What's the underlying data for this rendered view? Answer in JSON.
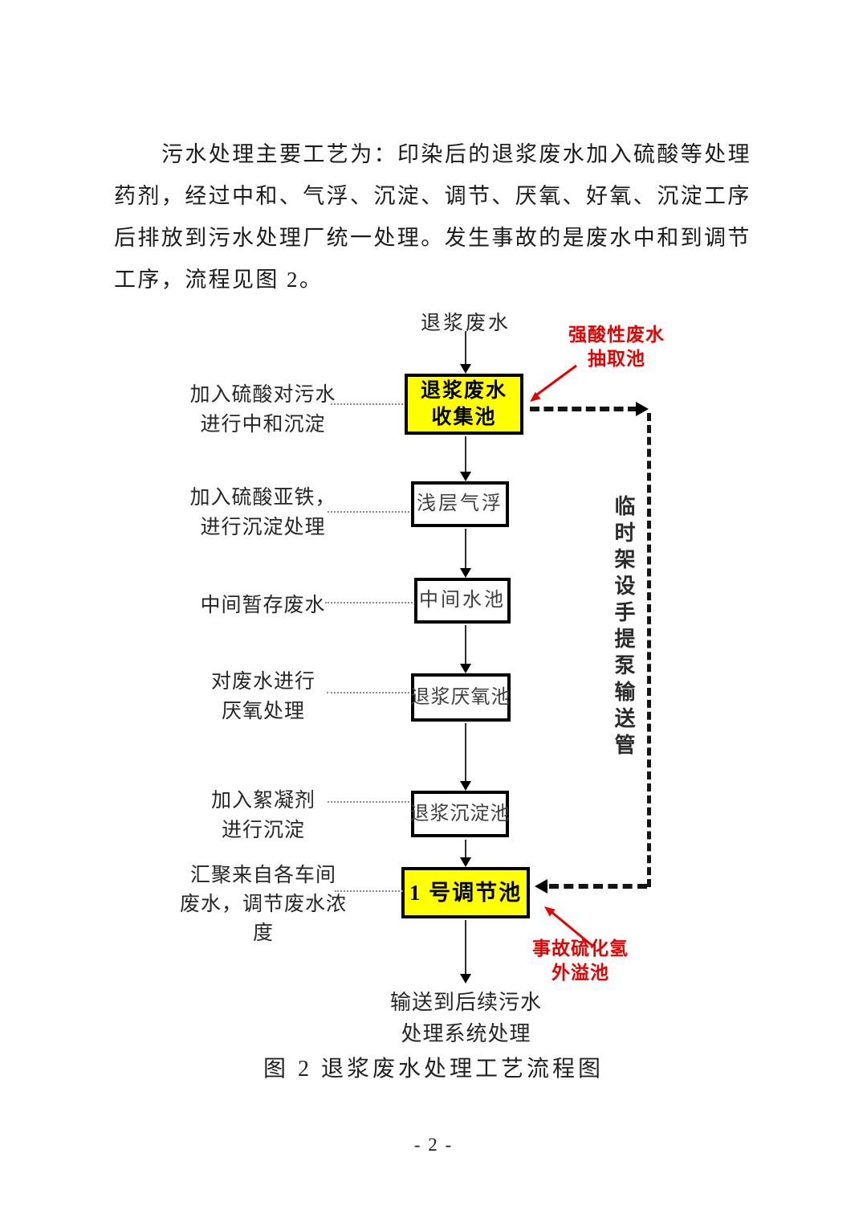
{
  "document": {
    "paragraph_lines": [
      "污水处理主要工艺为：印染后的退浆废水加入硫酸等处理",
      "药剂，经过中和、气浮、沉淀、调节、厌氧、好氧、沉淀工序",
      "后排放到污水处理厂统一处理。发生事故的是废水中和到调节",
      "工序，流程见图 2。"
    ],
    "caption": "图 2 退浆废水处理工艺流程图",
    "page_number": "- 2 -"
  },
  "flowchart": {
    "source_label": "退浆废水",
    "boxes": [
      {
        "lines": [
          "退浆废水",
          "收集池"
        ],
        "type": "highlight"
      },
      {
        "lines": [
          "浅层气浮"
        ],
        "type": "normal"
      },
      {
        "lines": [
          "中间水池"
        ],
        "type": "normal"
      },
      {
        "lines": [
          "退浆厌氧池"
        ],
        "type": "normal"
      },
      {
        "lines": [
          "退浆沉淀池"
        ],
        "type": "normal"
      },
      {
        "lines": [
          "1 号调节池"
        ],
        "type": "highlight"
      }
    ],
    "side_labels": [
      {
        "lines": [
          "加入硫酸对污水",
          "进行中和沉淀"
        ]
      },
      {
        "lines": [
          "加入硫酸亚铁，",
          "进行沉淀处理"
        ]
      },
      {
        "lines": [
          "中间暂存废水"
        ]
      },
      {
        "lines": [
          "对废水进行",
          "厌氧处理"
        ]
      },
      {
        "lines": [
          "加入絮凝剂",
          "进行沉淀"
        ]
      },
      {
        "lines": [
          "汇聚来自各车间",
          "废水，调节废水浓",
          "度"
        ]
      }
    ],
    "annotations": {
      "acid_pool": {
        "lines": [
          "强酸性废水",
          "抽取池"
        ]
      },
      "h2s_pool": {
        "lines": [
          "事故硫化氢",
          "外溢池"
        ]
      },
      "bypass_pipe": "临时架设手提泵输送管"
    },
    "outlet_lines": [
      "输送到后续污水",
      "处理系统处理"
    ]
  },
  "colors": {
    "highlight_fill": "#ffff00",
    "annotation_red": "#e60000",
    "line_black": "#141414"
  }
}
